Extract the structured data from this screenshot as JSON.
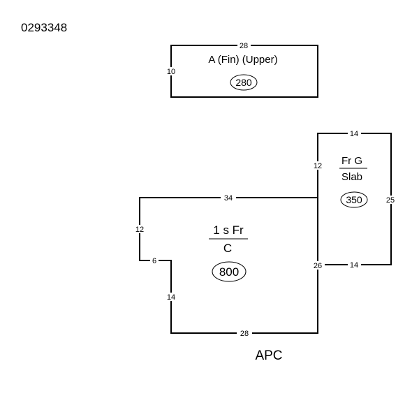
{
  "sketch_id": "0293348",
  "caption": "APC",
  "sections": {
    "upper": {
      "label": "A (Fin)  (Upper)",
      "area": "280",
      "dims": {
        "top": "28",
        "left": "10"
      }
    },
    "garage": {
      "label_top": "Fr G",
      "label_bottom": "Slab",
      "area": "350",
      "dims": {
        "top": "14",
        "left": "12",
        "right": "25",
        "bottom": "14"
      }
    },
    "main": {
      "label_top": "1 s Fr",
      "label_bottom": "C",
      "area": "800",
      "dims": {
        "top": "34",
        "left_upper": "12",
        "step": "6",
        "left_lower": "14",
        "bottom": "28",
        "right": "26"
      }
    }
  }
}
